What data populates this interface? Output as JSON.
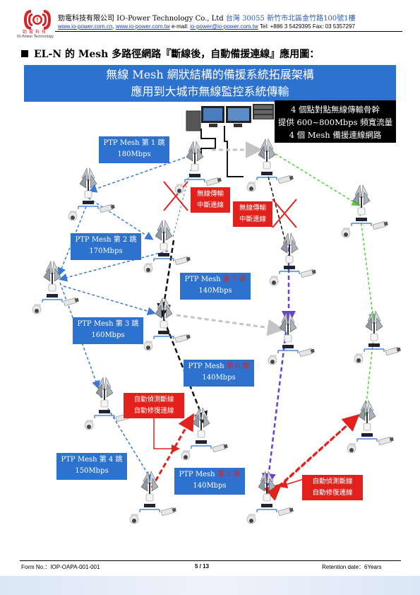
{
  "header": {
    "logo_text": "勁電科技",
    "logo_subtext": "IO-Power Technology",
    "company": "勁電科技有限公司 IO-Power Technology Co., Ltd",
    "address": "台灣 30055 新竹市北區金竹路100號1樓",
    "web1": "www.io-power.com.cn",
    "web2": "www.io-power.com.tw",
    "email_label": "e-mail:",
    "email": "io-power@io-power.com.tw",
    "tel": "Tel: +886 3 5429395 Fax: 03 5357297"
  },
  "section_title": "EL-N 的 Mesh 多路徑網路『斷線後，自動備援連線』應用圖：",
  "banner": {
    "line1": "無線 Mesh 網狀結構的備援系統拓展架構",
    "line2": "應用到大城市無線監控系統傳輸"
  },
  "info_box": {
    "line1": "4 個點對點無線傳輸骨幹",
    "line2": "提供 600~800Mbps 頻寬流量",
    "line3": "4 個 Mesh 備援連線網路"
  },
  "hops": [
    {
      "title": "PTP Mesh 第 1 跳",
      "prefix": "PTP Mesh ",
      "num": "第 1 跳",
      "speed": "180Mbps",
      "red": false
    },
    {
      "title": "PTP Mesh 第 2 跳",
      "prefix": "PTP Mesh ",
      "num": "第 2 跳",
      "speed": "170Mbps",
      "red": false
    },
    {
      "title": "PTP Mesh 第 3 跳",
      "prefix": "PTP Mesh ",
      "num": "第 3 跳",
      "speed": "160Mbps",
      "red": false
    },
    {
      "title": "PTP Mesh 第 4 跳",
      "prefix": "PTP Mesh ",
      "num": "第 4 跳",
      "speed": "150Mbps",
      "red": false
    },
    {
      "title": "PTP Mesh 第 5 跳",
      "prefix": "PTP Mesh ",
      "num": "第 5 跳",
      "speed": "140Mbps",
      "red": true
    },
    {
      "title": "PTP Mesh 第 6 跳",
      "prefix": "PTP Mesh ",
      "num": "第 6 跳",
      "speed": "140Mbps",
      "red": true
    },
    {
      "title": "PTP Mesh 第 7 跳",
      "prefix": "PTP Mesh ",
      "num": "第 7 跳",
      "speed": "140Mbps",
      "red": true
    }
  ],
  "break_labels": [
    {
      "line1": "無線傳輸",
      "line2": "中斷連線"
    },
    {
      "line1": "無線傳輸",
      "line2": "中斷連線"
    }
  ],
  "recover_labels": [
    {
      "line1": "自動偵測斷線",
      "line2": "自動修復連線"
    },
    {
      "line1": "自動偵測斷線",
      "line2": "自動修復連線"
    }
  ],
  "footer": {
    "form_no": "Form No.：IOP-OAPA-001-001",
    "page": "5 / 13",
    "retention": "Retention date：6Years"
  },
  "colors": {
    "accent_blue": "#2e72cf",
    "alert_red": "#e3211c",
    "link_blue": "#3a79d4",
    "link_black": "#111111",
    "link_gray": "#c4c4c4",
    "link_green": "#4fd23a",
    "link_purple": "#6a3fd6"
  }
}
